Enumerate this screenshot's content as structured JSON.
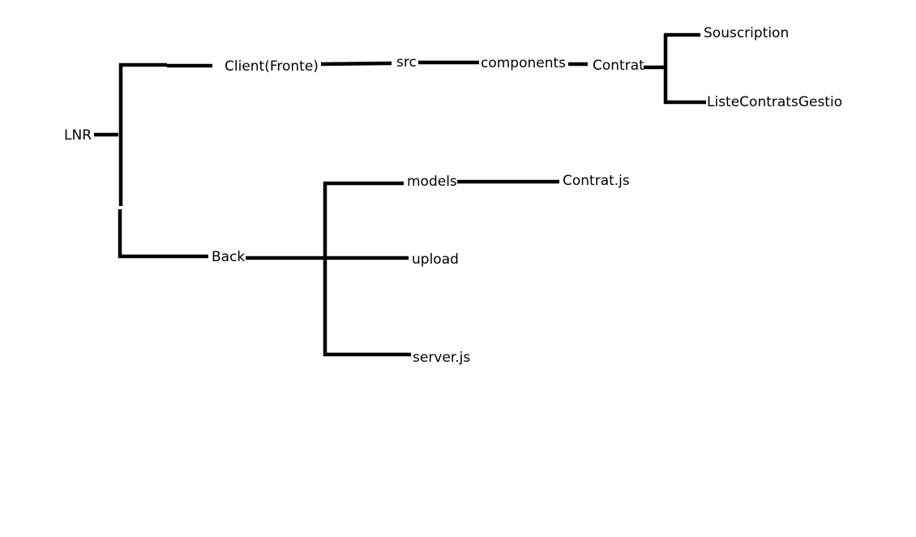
{
  "tree": {
    "root": "LNR",
    "client": "Client(Fronte)",
    "src": "src",
    "components": "components",
    "contrat": "Contrat",
    "souscription": "Souscription",
    "liste_contrats": "ListeContratsGestio",
    "back": "Back",
    "models": "models",
    "contrat_js": "Contrat.js",
    "upload": "upload",
    "server_js": "server.js"
  },
  "colors": {
    "ink": "#000000",
    "background": "#ffffff"
  }
}
